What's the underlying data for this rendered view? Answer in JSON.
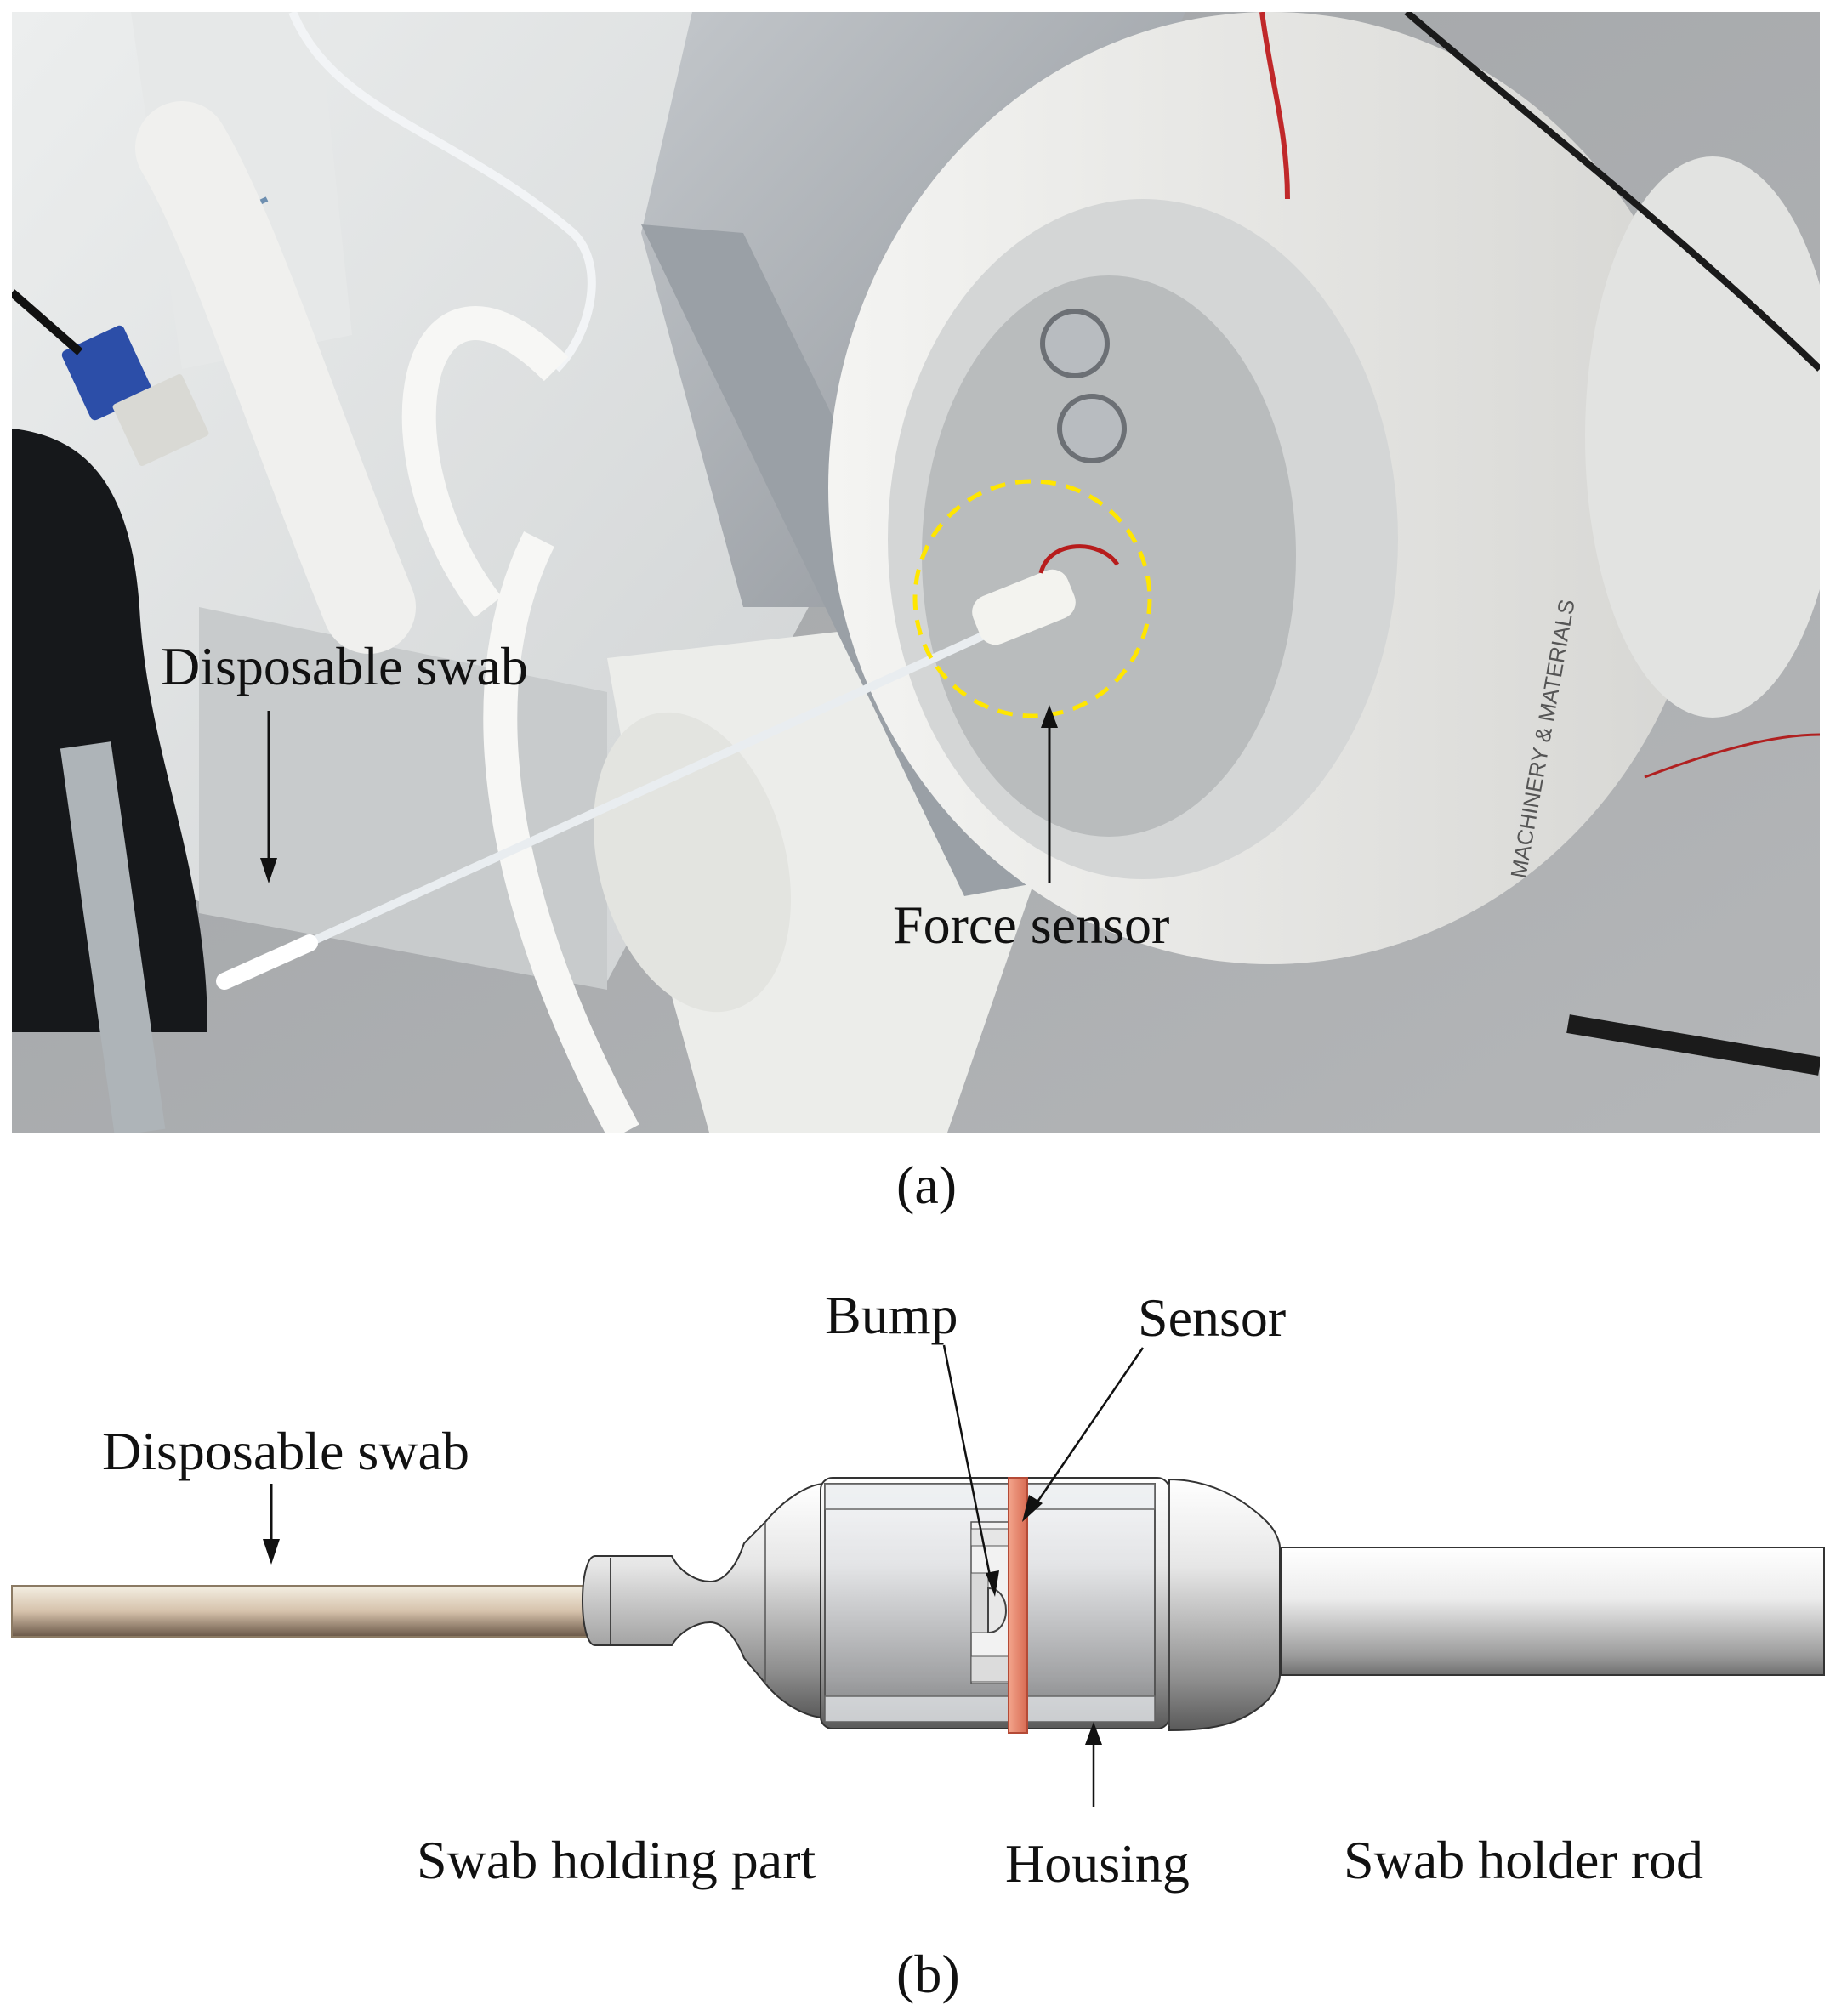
{
  "panel_a": {
    "caption": "(a)",
    "labels": {
      "disposable_swab": "Disposable swab",
      "force_sensor": "Force sensor"
    },
    "logo_text": "MACHINERY & MATERIALS",
    "highlight_color": "#ffe600"
  },
  "panel_b": {
    "caption": "(b)",
    "labels": {
      "disposable_swab": "Disposable swab",
      "bump": "Bump",
      "sensor": "Sensor",
      "swab_holding_part": "Swab holding part",
      "housing": "Housing",
      "swab_holder_rod": "Swab holder rod"
    },
    "sensor_color": "#e8826a"
  }
}
